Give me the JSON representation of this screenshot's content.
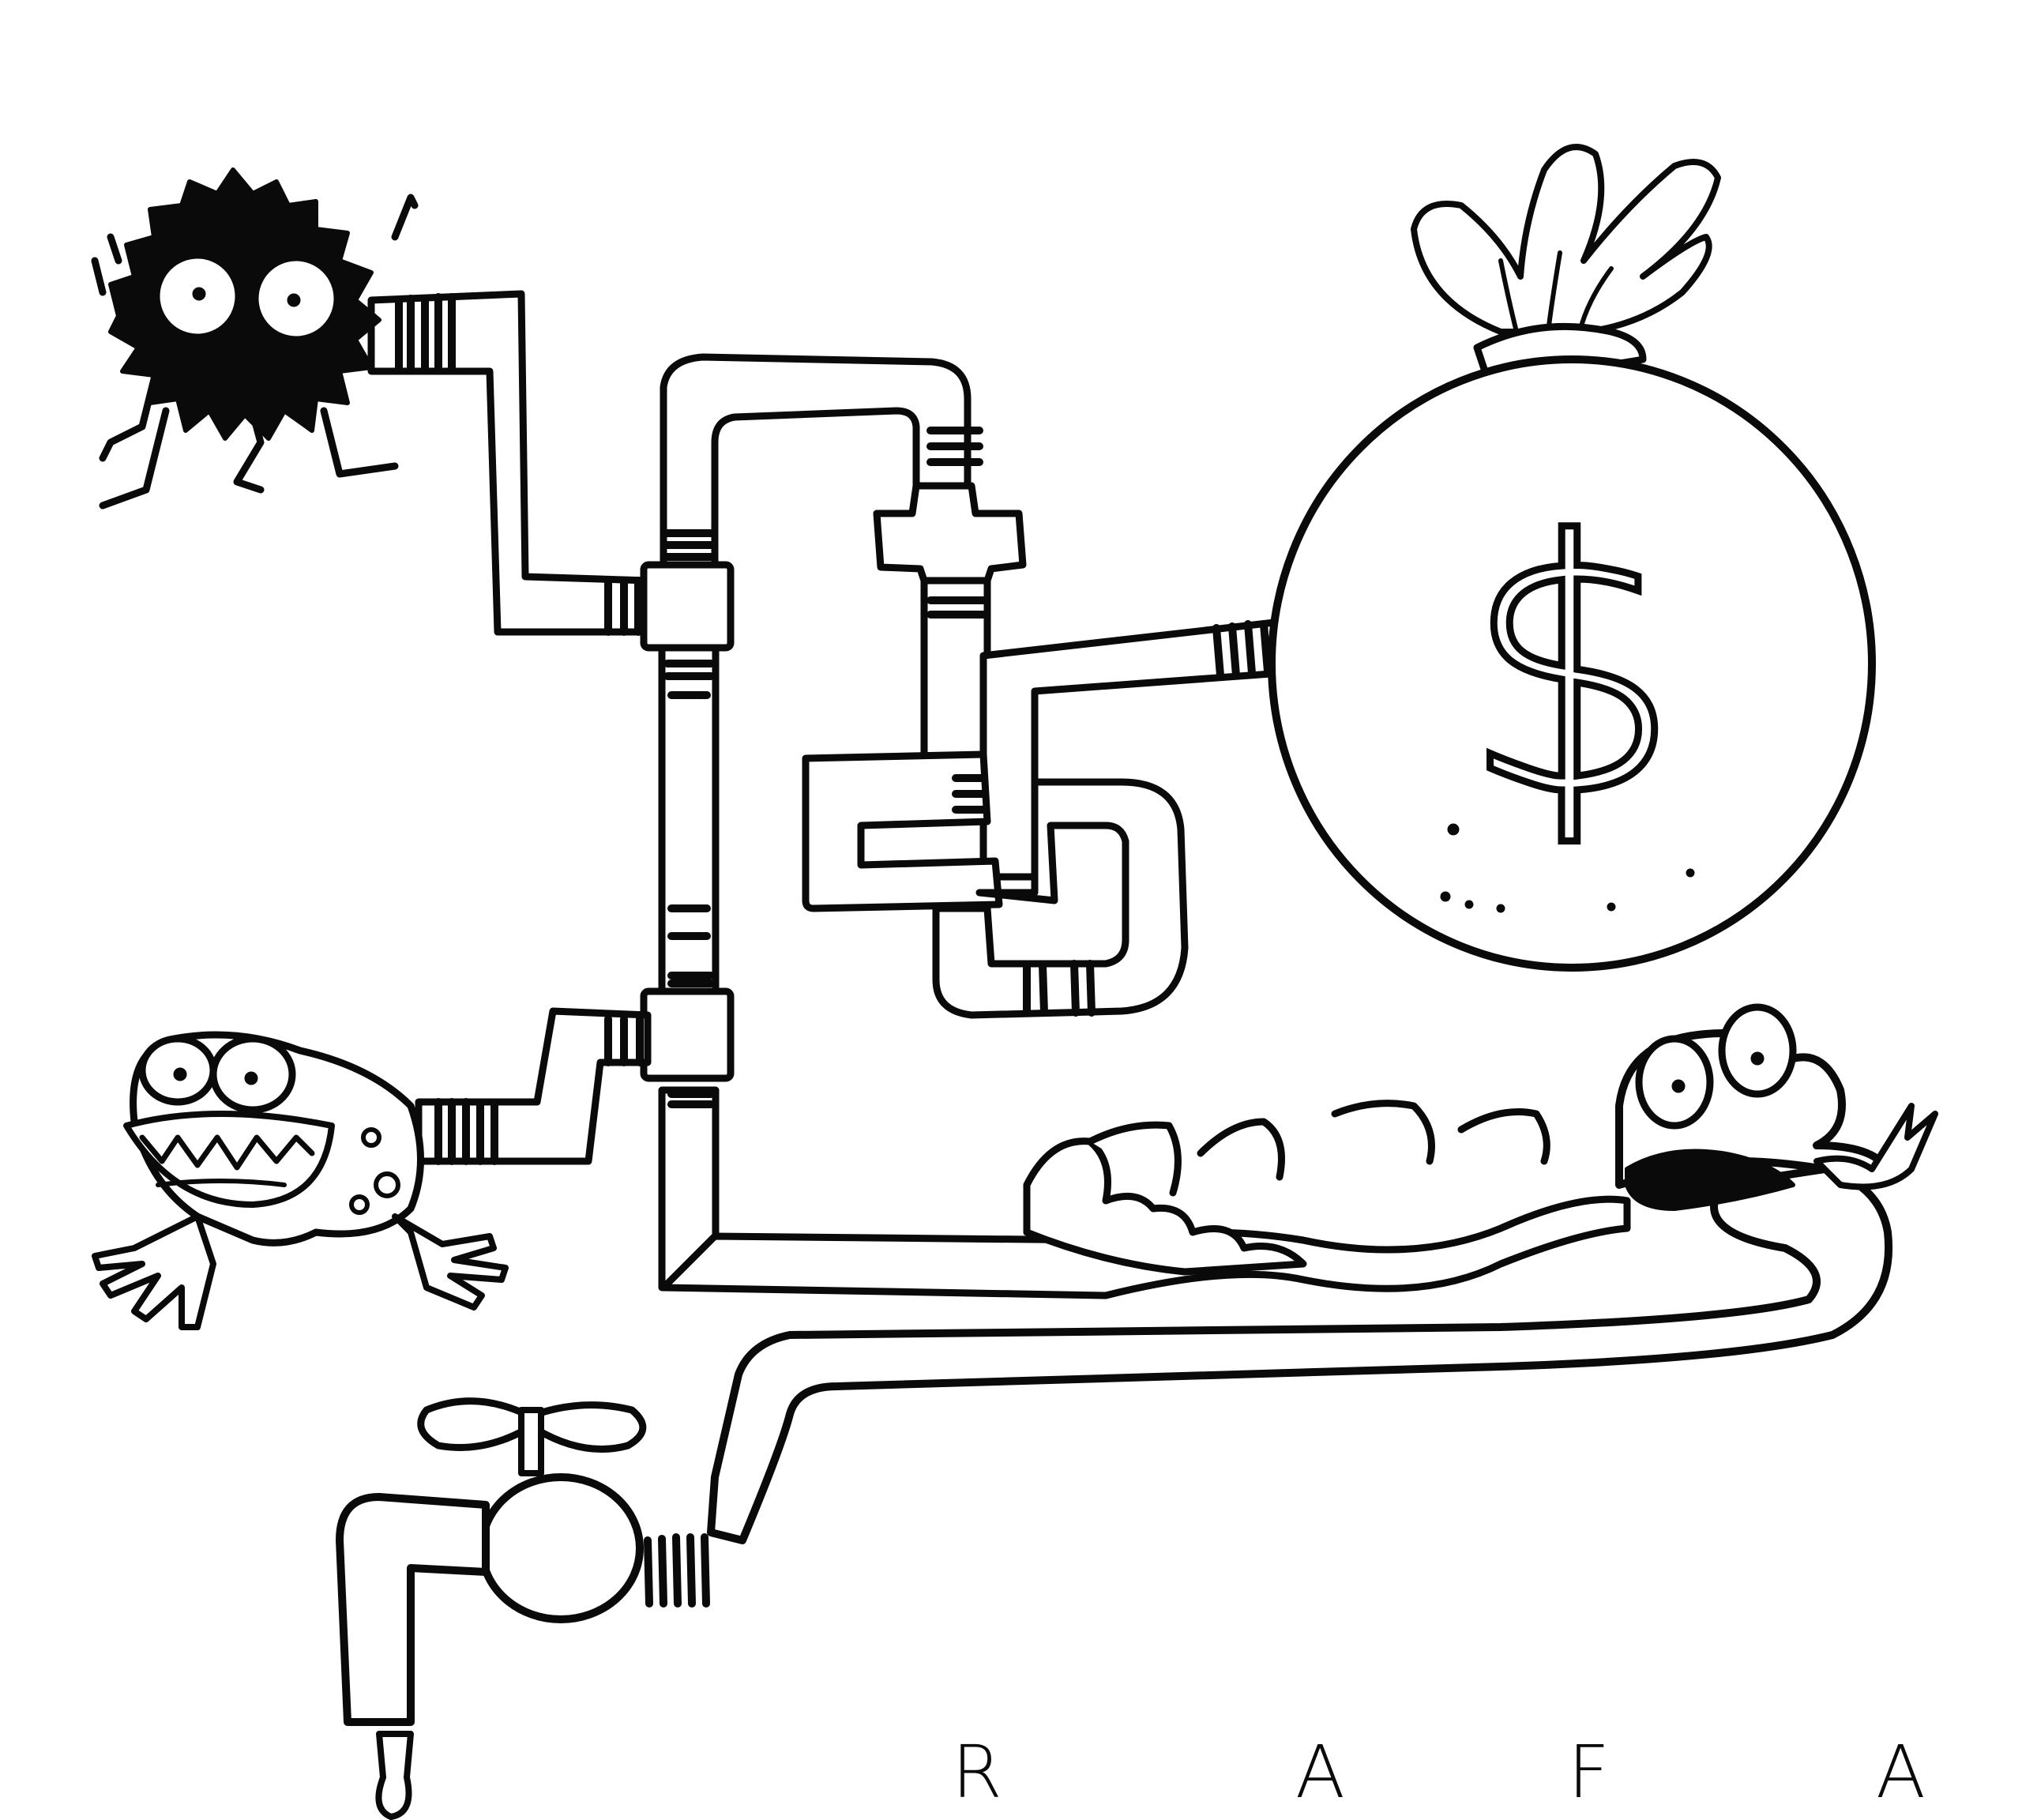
{
  "illustration": {
    "background": "#ffffff",
    "ink": "#0a0a0a",
    "symbols": {
      "money_bag": "$"
    }
  },
  "signature": {
    "letters": [
      "R",
      "A",
      "F",
      "A"
    ]
  }
}
